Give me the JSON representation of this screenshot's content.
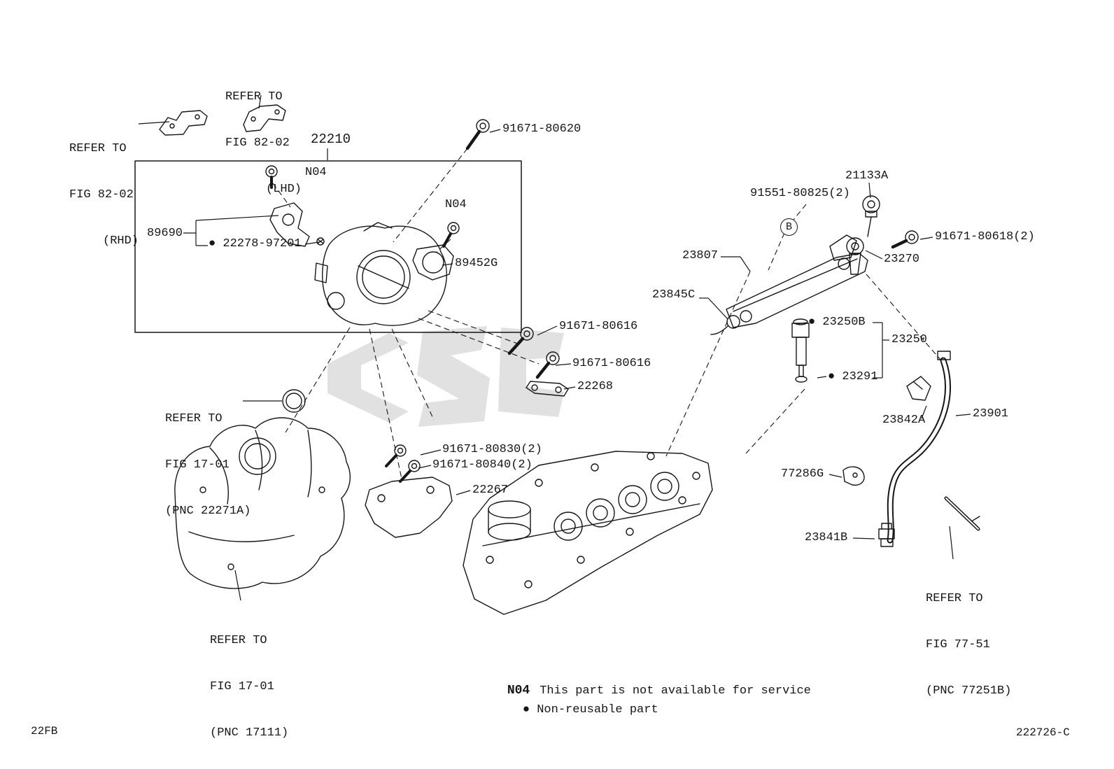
{
  "page": {
    "footer_left": "22FB",
    "footer_right": "222726-C",
    "background_color": "#ffffff",
    "line_color": "#161616",
    "watermark_color": "#c9c9c9"
  },
  "legend": {
    "n04_code": "N04",
    "n04_text": "This part is not available for service",
    "bullet": "●",
    "bullet_text": "Non-reusable part"
  },
  "callout_b": "B",
  "labels": [
    {
      "text": "22210"
    },
    {
      "text": "91671-80620"
    },
    {
      "text": "N04"
    },
    {
      "text": "N04"
    },
    {
      "text": "89690"
    },
    {
      "text": "● 22278-97201"
    },
    {
      "text": "89452G"
    },
    {
      "text": "21133A"
    },
    {
      "text": "91551-80825(2)"
    },
    {
      "text": "91671-80618(2)"
    },
    {
      "text": "23807"
    },
    {
      "text": "23270"
    },
    {
      "text": "23845C"
    },
    {
      "text": "● 23250B"
    },
    {
      "text": "23250"
    },
    {
      "text": "● 23291"
    },
    {
      "text": "91671-80616"
    },
    {
      "text": "91671-80616"
    },
    {
      "text": "22268"
    },
    {
      "text": "23842A"
    },
    {
      "text": "23901"
    },
    {
      "text": "91671-80830(2)"
    },
    {
      "text": "91671-80840(2)"
    },
    {
      "text": "22267"
    },
    {
      "text": "77286G"
    },
    {
      "text": "23841B"
    }
  ],
  "notes": [
    {
      "lines": [
        "REFER TO",
        "FIG 82-02",
        "(LHD)"
      ]
    },
    {
      "lines": [
        "REFER TO",
        "FIG 82-02",
        "(RHD)"
      ]
    },
    {
      "lines": [
        "REFER TO",
        "FIG 17-01",
        "(PNC 22271A)"
      ]
    },
    {
      "lines": [
        "REFER TO",
        "FIG 17-01",
        "(PNC 17111)"
      ]
    },
    {
      "lines": [
        "REFER TO",
        "FIG 77-51",
        "(PNC 77251B)"
      ]
    }
  ]
}
